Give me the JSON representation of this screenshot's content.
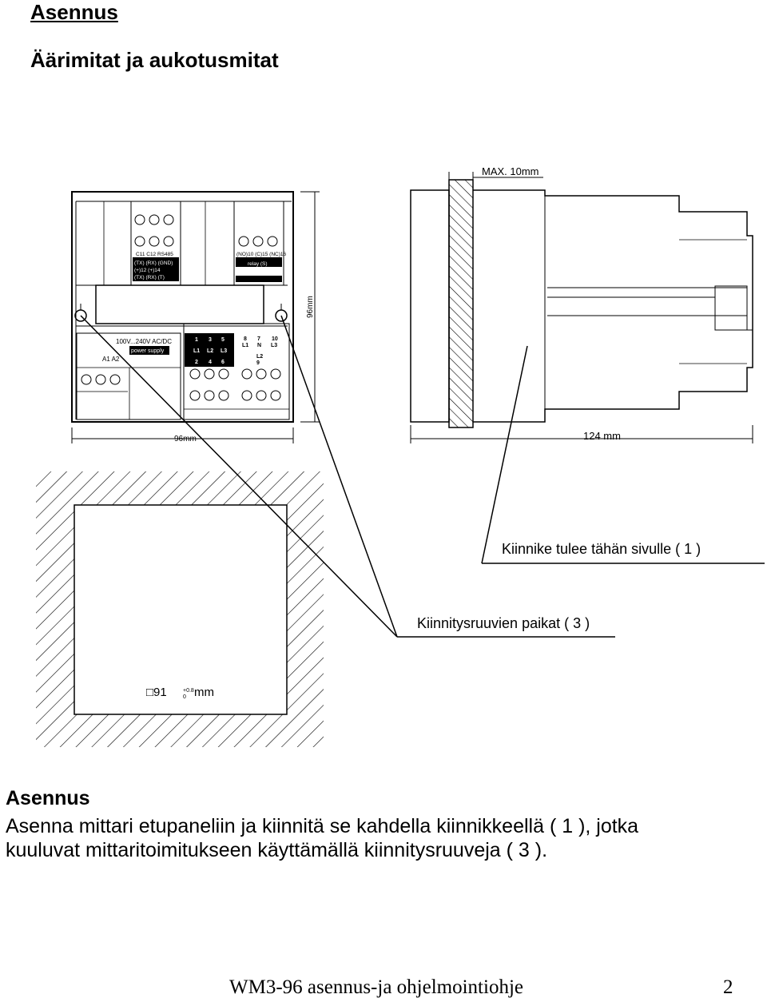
{
  "header": {
    "title": "Asennus",
    "subtitle": "Äärimitat ja aukotusmitat"
  },
  "drawing": {
    "front_width_label": "96mm",
    "front_height_label": "96mm",
    "side_depth_label": "124 mm",
    "max_panel_label": "MAX. 10mm",
    "bracket_label": "Kiinnike tulee tähän sivulle ( 1 )",
    "screws_label": "Kiinnitysruuvien paikat ( 3 )",
    "cutout_label_square": "□91",
    "cutout_tolerance_top": "+0.8",
    "cutout_tolerance_bottom": "0",
    "cutout_unit": "mm",
    "device": {
      "supply": "100V...240V AC/DC",
      "supply_box": "power supply",
      "rs485_header": "C11   C12   RS485",
      "rs485_row1": "(TX)   (RX)   (GND)",
      "rs485_row2": "(+)12   (+)14",
      "rs485_row3": "(TX)   (RX)   (T)",
      "relay_header": "(NO)10   (C)15   (NC)16",
      "relay_box": "relay (S)",
      "terminals_top": [
        "1",
        "3",
        "5",
        "8",
        "7",
        "10"
      ],
      "terminals_mid": [
        "L1",
        "L2",
        "L3",
        "L1",
        "N",
        "L3"
      ],
      "terminals_bot": [
        "2",
        "4",
        "6",
        "L2",
        "9"
      ],
      "a_terms": "A1   A2"
    }
  },
  "section": {
    "heading": "Asennus",
    "line1": "Asenna mittari etupaneliin ja kiinnitä se kahdella kiinnikkeellä ( 1 ), jotka",
    "line2": "kuuluvat mittaritoimitukseen käyttämällä kiinnitysruuveja ( 3 )."
  },
  "footer": {
    "doc_title": "WM3-96 asennus-ja ohjelmointiohje",
    "page": "2"
  }
}
